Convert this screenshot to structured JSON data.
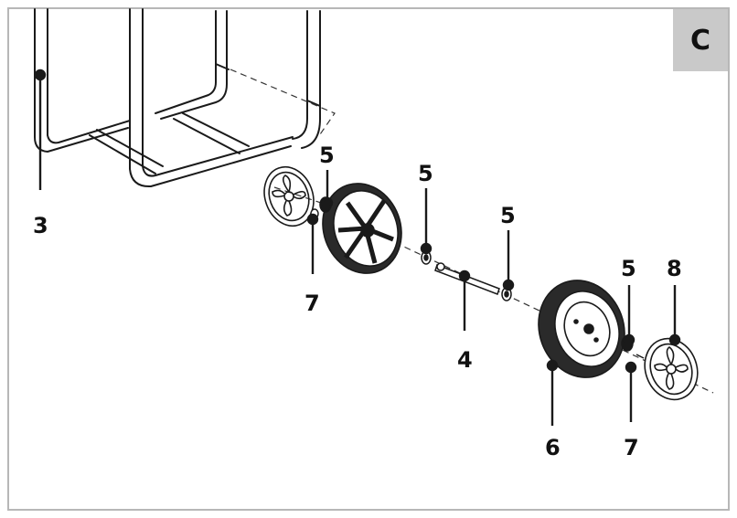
{
  "step": {
    "letter": "C"
  },
  "colors": {
    "line": "#1a1a1a",
    "badge": "#c9c9c9",
    "frame": "#b7b7b7"
  },
  "callouts": [
    {
      "id": "frame-handle",
      "label": "3"
    },
    {
      "id": "washer-a",
      "label": "5"
    },
    {
      "id": "pin-a",
      "label": "7"
    },
    {
      "id": "washer-b",
      "label": "5"
    },
    {
      "id": "washer-c",
      "label": "5"
    },
    {
      "id": "axle",
      "label": "4"
    },
    {
      "id": "washer-d",
      "label": "5"
    },
    {
      "id": "hubcap",
      "label": "8"
    },
    {
      "id": "wheel",
      "label": "6"
    },
    {
      "id": "pin-b",
      "label": "7"
    }
  ]
}
